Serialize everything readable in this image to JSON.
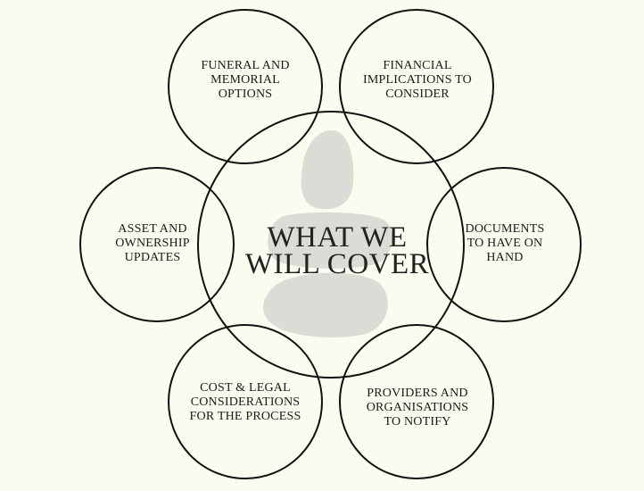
{
  "diagram": {
    "center": {
      "title_lines": [
        "WHAT WE",
        "WILL COVER"
      ],
      "icon": "stacked-stones-icon"
    },
    "topics": [
      {
        "id": "funeral",
        "lines": [
          "FUNERAL AND",
          "MEMORIAL",
          "OPTIONS"
        ]
      },
      {
        "id": "financial",
        "lines": [
          "FINANCIAL",
          "IMPLICATIONS TO",
          "CONSIDER"
        ]
      },
      {
        "id": "asset",
        "lines": [
          "ASSET AND",
          "OWNERSHIP",
          "UPDATES"
        ]
      },
      {
        "id": "documents",
        "lines": [
          "DOCUMENTS",
          "TO HAVE ON",
          "HAND"
        ]
      },
      {
        "id": "cost",
        "lines": [
          "COST & LEGAL",
          "CONSIDERATIONS",
          "FOR THE PROCESS"
        ]
      },
      {
        "id": "providers",
        "lines": [
          "PROVIDERS AND",
          "ORGANISATIONS",
          "TO NOTIFY"
        ]
      }
    ],
    "colors": {
      "background": "#fbfbf0",
      "stroke": "#111111",
      "stone": "#dcdcd6",
      "text": "#1a1a1a"
    }
  }
}
